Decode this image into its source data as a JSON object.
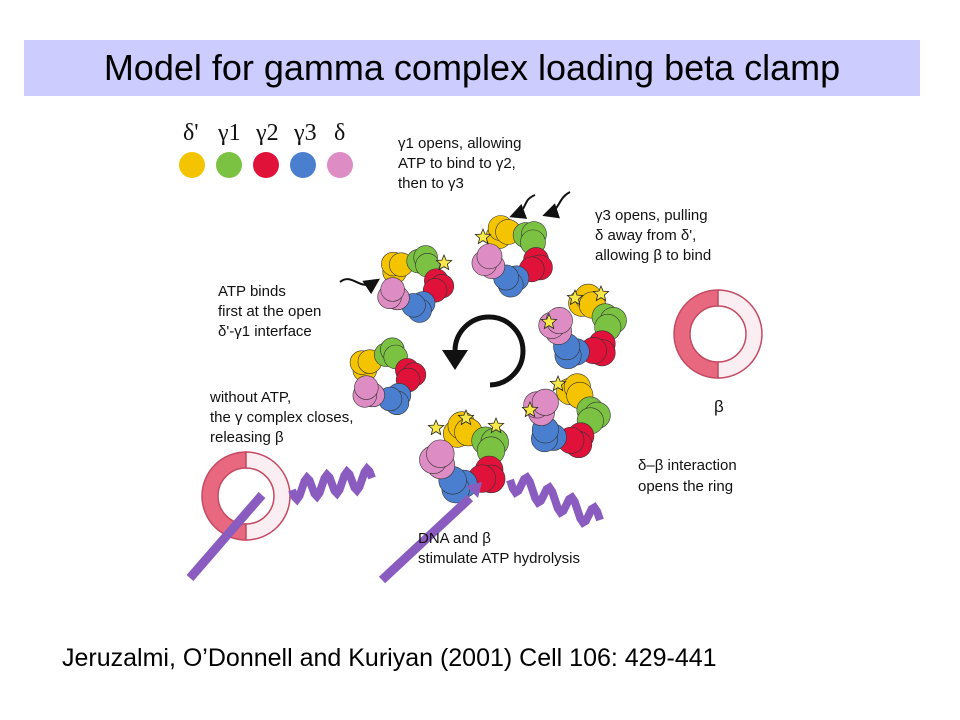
{
  "title": "Model for gamma complex loading beta clamp",
  "citation": "Jeruzalmi, O’Donnell and Kuriyan (2001) Cell 106: 429-441",
  "legend": [
    {
      "symbol": "δ'",
      "color": "#f5c400"
    },
    {
      "symbol": "γ1",
      "color": "#7cc242"
    },
    {
      "symbol": "γ2",
      "color": "#e0123a"
    },
    {
      "symbol": "γ3",
      "color": "#4a7fd0"
    },
    {
      "symbol": "δ",
      "color": "#de8cc4"
    }
  ],
  "labels": {
    "step1": [
      "γ1 opens, allowing",
      "ATP to bind to γ2,",
      "then to γ3"
    ],
    "step2": [
      "γ3 opens, pulling",
      "δ away from δ',",
      "allowing β to bind"
    ],
    "step3": [
      "ATP binds",
      "first at the open",
      "δ'-γ1 interface"
    ],
    "step4": [
      "without ATP,",
      "the γ complex closes,",
      "releasing β"
    ],
    "step5": [
      "δ–β interaction",
      "opens the ring"
    ],
    "step6": [
      "DNA and β",
      "stimulate ATP hydrolysis"
    ],
    "beta": "β"
  },
  "colors": {
    "title_bg": "#ccccff",
    "clamp_red": "#e8697f",
    "clamp_white": "#fbeef2",
    "dna": "#8a5cc0",
    "atp_star": "#f7e84a"
  }
}
